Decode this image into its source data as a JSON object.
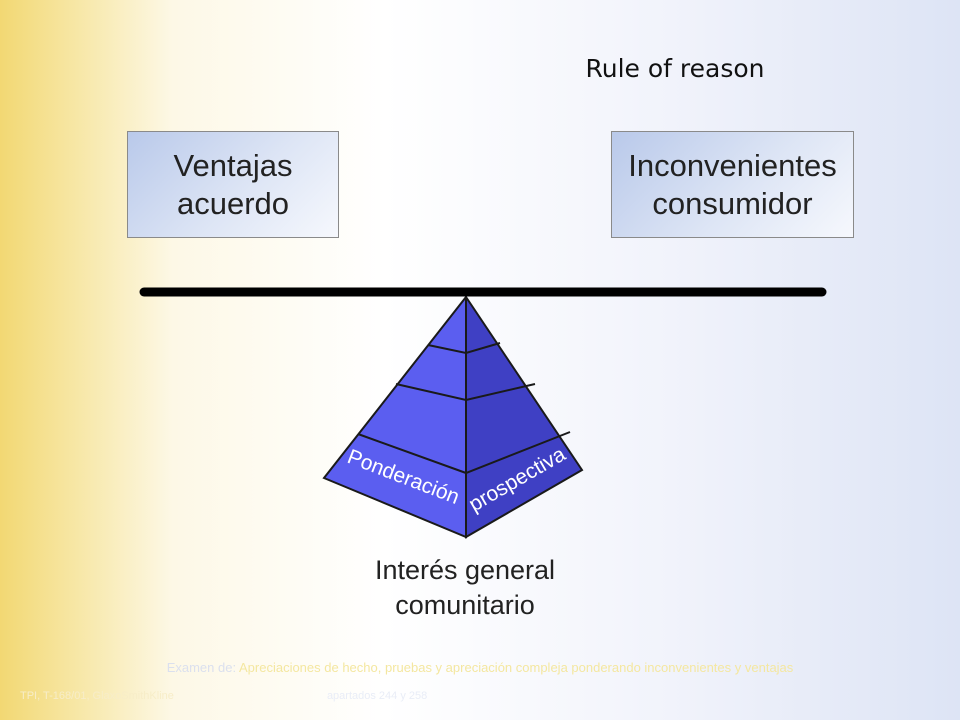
{
  "title": "Rule of reason",
  "boxes": {
    "left": {
      "line1": "Ventajas",
      "line2": "acuerdo"
    },
    "right": {
      "line1": "Inconvenientes",
      "line2": "consumidor"
    }
  },
  "pyramid": {
    "label_left": "Ponderación",
    "label_right": "prospectiva",
    "colors": {
      "face_left": "#5b5ef0",
      "face_right": "#3f40c4",
      "outline": "#1a1a1a"
    }
  },
  "caption": {
    "line1": "Interés general",
    "line2": "comunitario"
  },
  "footer": {
    "line1_lead": "Examen de:",
    "line1_rest": "Apreciaciones de hecho, pruebas y apreciación compleja ponderando inconvenientes y ventajas",
    "line2_lead": "TPI, T-168/01, GlaxoSmithKline",
    "line2_tail": "apartados 244 y 258"
  },
  "colors": {
    "beam": "#000000",
    "box_border": "#8a8a8a"
  }
}
